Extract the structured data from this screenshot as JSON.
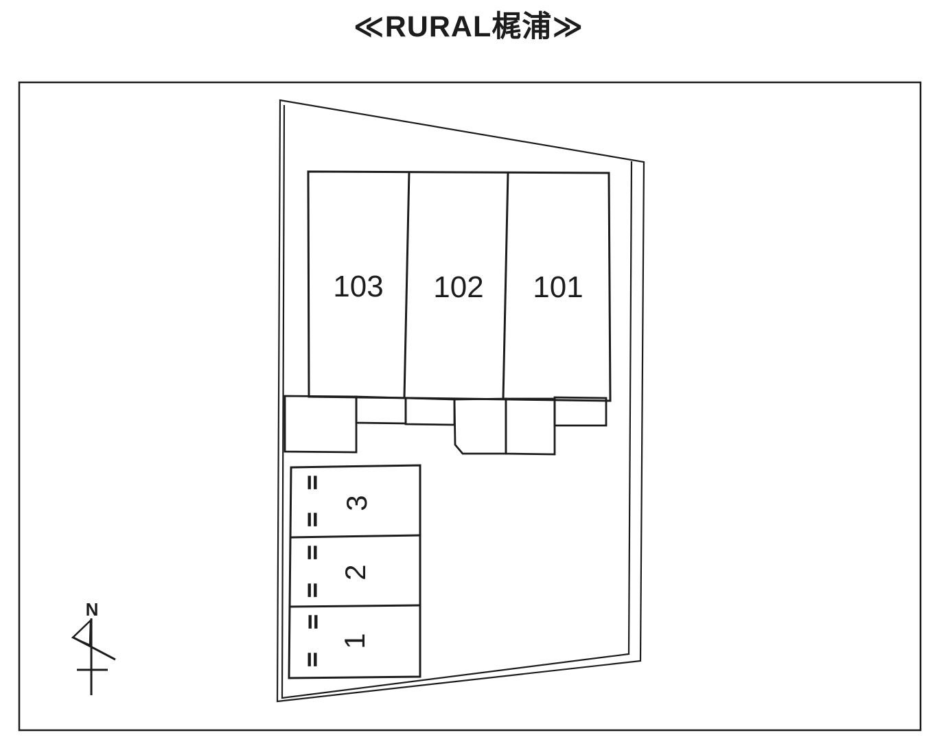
{
  "title": "≪RURAL梶浦≫",
  "building": {
    "units": [
      {
        "label": "103"
      },
      {
        "label": "102"
      },
      {
        "label": "101"
      }
    ]
  },
  "parking": {
    "spaces": [
      {
        "label": "3"
      },
      {
        "label": "2"
      },
      {
        "label": "1"
      }
    ],
    "tick_mark": "="
  },
  "compass": {
    "north_label": "N"
  },
  "colors": {
    "ink": "#1c1c1c",
    "paper": "#ffffff"
  }
}
